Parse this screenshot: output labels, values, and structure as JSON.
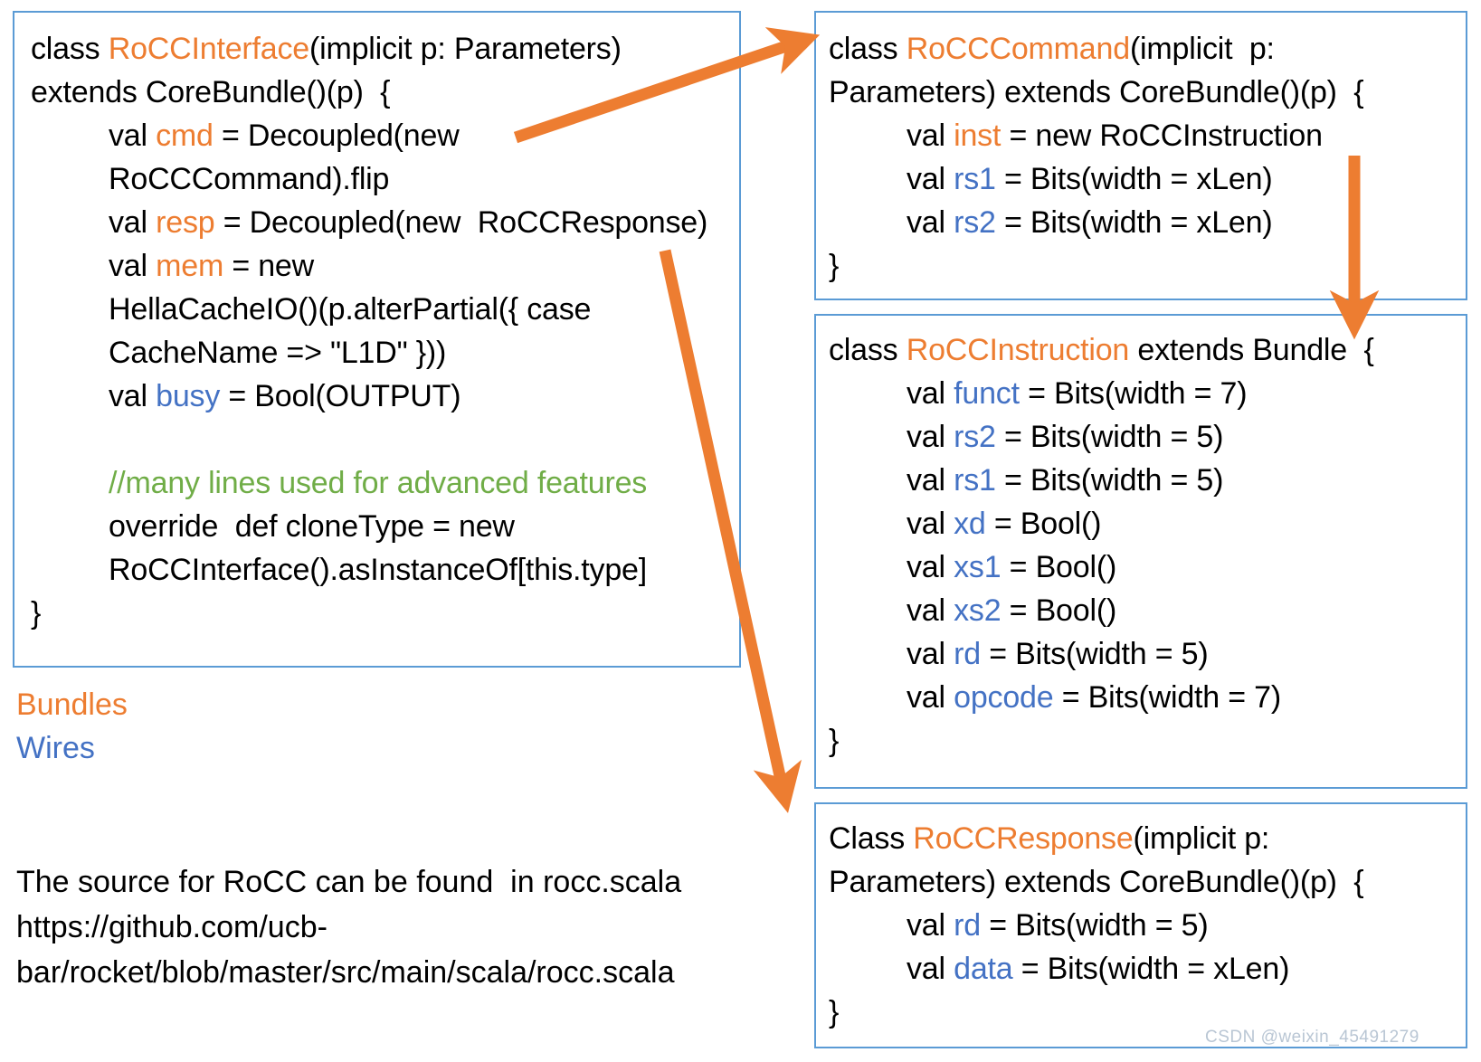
{
  "colors": {
    "box_border": "#5b9bd5",
    "accent_orange": "#ED7D31",
    "accent_blue": "#4472C4",
    "comment_green": "#70AD47",
    "text": "#000000",
    "watermark": "#b9c6d4"
  },
  "boxes": {
    "interface": {
      "name": "RoCCInterface",
      "lines": [
        {
          "segments": [
            {
              "t": "class ",
              "c": "plain"
            },
            {
              "t": "RoCCInterface",
              "c": "orange"
            },
            {
              "t": "(implicit p: Parameters)",
              "c": "plain"
            }
          ]
        },
        {
          "segments": [
            {
              "t": "extends CoreBundle()(p)  {",
              "c": "plain"
            }
          ]
        },
        {
          "indent": true,
          "segments": [
            {
              "t": "val ",
              "c": "plain"
            },
            {
              "t": "cmd",
              "c": "orange"
            },
            {
              "t": " = Decoupled(new",
              "c": "plain"
            }
          ]
        },
        {
          "indent": true,
          "segments": [
            {
              "t": "RoCCCommand).flip",
              "c": "plain"
            }
          ]
        },
        {
          "indent": true,
          "segments": [
            {
              "t": "val ",
              "c": "plain"
            },
            {
              "t": "resp",
              "c": "orange"
            },
            {
              "t": " = Decoupled(new  RoCCResponse)",
              "c": "plain"
            }
          ]
        },
        {
          "indent": true,
          "segments": [
            {
              "t": "val ",
              "c": "plain"
            },
            {
              "t": "mem",
              "c": "orange"
            },
            {
              "t": " = new",
              "c": "plain"
            }
          ]
        },
        {
          "indent": true,
          "segments": [
            {
              "t": "HellaCacheIO()(p.alterPartial({ case",
              "c": "plain"
            }
          ]
        },
        {
          "indent": true,
          "segments": [
            {
              "t": "CacheName => \"L1D\" }))",
              "c": "plain"
            }
          ]
        },
        {
          "indent": true,
          "segments": [
            {
              "t": "val ",
              "c": "plain"
            },
            {
              "t": "busy",
              "c": "blue"
            },
            {
              "t": " = Bool(OUTPUT)",
              "c": "plain"
            }
          ]
        },
        {
          "segments": [
            {
              "t": " ",
              "c": "plain"
            }
          ]
        },
        {
          "indent": true,
          "segments": [
            {
              "t": "//many lines used for advanced features",
              "c": "green"
            }
          ]
        },
        {
          "indent": true,
          "segments": [
            {
              "t": "override  def cloneType = new",
              "c": "plain"
            }
          ]
        },
        {
          "indent": true,
          "segments": [
            {
              "t": "RoCCInterface().asInstanceOf[this.type]",
              "c": "plain"
            }
          ]
        },
        {
          "segments": [
            {
              "t": "}",
              "c": "plain"
            }
          ]
        }
      ]
    },
    "command": {
      "name": "RoCCCommand",
      "lines": [
        {
          "segments": [
            {
              "t": "class ",
              "c": "plain"
            },
            {
              "t": "RoCCCommand",
              "c": "orange"
            },
            {
              "t": "(implicit  p:",
              "c": "plain"
            }
          ]
        },
        {
          "segments": [
            {
              "t": "Parameters) extends CoreBundle()(p)  {",
              "c": "plain"
            }
          ]
        },
        {
          "indent": true,
          "segments": [
            {
              "t": "val ",
              "c": "plain"
            },
            {
              "t": "inst",
              "c": "orange"
            },
            {
              "t": " = new RoCCInstruction",
              "c": "plain"
            }
          ]
        },
        {
          "indent": true,
          "segments": [
            {
              "t": "val ",
              "c": "plain"
            },
            {
              "t": "rs1",
              "c": "blue"
            },
            {
              "t": " = Bits(width = xLen)",
              "c": "plain"
            }
          ]
        },
        {
          "indent": true,
          "segments": [
            {
              "t": "val ",
              "c": "plain"
            },
            {
              "t": "rs2",
              "c": "blue"
            },
            {
              "t": " = Bits(width = xLen)",
              "c": "plain"
            }
          ]
        },
        {
          "segments": [
            {
              "t": "}",
              "c": "plain"
            }
          ]
        }
      ]
    },
    "instruction": {
      "name": "RoCCInstruction",
      "lines": [
        {
          "segments": [
            {
              "t": "class ",
              "c": "plain"
            },
            {
              "t": "RoCCInstruction",
              "c": "orange"
            },
            {
              "t": " extends Bundle  {",
              "c": "plain"
            }
          ]
        },
        {
          "indent": true,
          "segments": [
            {
              "t": "val ",
              "c": "plain"
            },
            {
              "t": "funct",
              "c": "blue"
            },
            {
              "t": " = Bits(width = 7)",
              "c": "plain"
            }
          ]
        },
        {
          "indent": true,
          "segments": [
            {
              "t": "val ",
              "c": "plain"
            },
            {
              "t": "rs2",
              "c": "blue"
            },
            {
              "t": " = Bits(width = 5)",
              "c": "plain"
            }
          ]
        },
        {
          "indent": true,
          "segments": [
            {
              "t": "val ",
              "c": "plain"
            },
            {
              "t": "rs1",
              "c": "blue"
            },
            {
              "t": " = Bits(width = 5)",
              "c": "plain"
            }
          ]
        },
        {
          "indent": true,
          "segments": [
            {
              "t": "val ",
              "c": "plain"
            },
            {
              "t": "xd",
              "c": "blue"
            },
            {
              "t": " = Bool()",
              "c": "plain"
            }
          ]
        },
        {
          "indent": true,
          "segments": [
            {
              "t": "val ",
              "c": "plain"
            },
            {
              "t": "xs1",
              "c": "blue"
            },
            {
              "t": " = Bool()",
              "c": "plain"
            }
          ]
        },
        {
          "indent": true,
          "segments": [
            {
              "t": "val ",
              "c": "plain"
            },
            {
              "t": "xs2",
              "c": "blue"
            },
            {
              "t": " = Bool()",
              "c": "plain"
            }
          ]
        },
        {
          "indent": true,
          "segments": [
            {
              "t": "val ",
              "c": "plain"
            },
            {
              "t": "rd",
              "c": "blue"
            },
            {
              "t": " = Bits(width = 5)",
              "c": "plain"
            }
          ]
        },
        {
          "indent": true,
          "segments": [
            {
              "t": "val ",
              "c": "plain"
            },
            {
              "t": "opcode",
              "c": "blue"
            },
            {
              "t": " = Bits(width = 7)",
              "c": "plain"
            }
          ]
        },
        {
          "segments": [
            {
              "t": "}",
              "c": "plain"
            }
          ]
        }
      ]
    },
    "response": {
      "name": "RoCCResponse",
      "lines": [
        {
          "segments": [
            {
              "t": "Class ",
              "c": "plain"
            },
            {
              "t": "RoCCResponse",
              "c": "orange"
            },
            {
              "t": "(implicit p:",
              "c": "plain"
            }
          ]
        },
        {
          "segments": [
            {
              "t": "Parameters) extends CoreBundle()(p)  {",
              "c": "plain"
            }
          ]
        },
        {
          "indent": true,
          "segments": [
            {
              "t": "val ",
              "c": "plain"
            },
            {
              "t": "rd",
              "c": "blue"
            },
            {
              "t": " = Bits(width = 5)",
              "c": "plain"
            }
          ]
        },
        {
          "indent": true,
          "segments": [
            {
              "t": "val ",
              "c": "plain"
            },
            {
              "t": "data",
              "c": "blue"
            },
            {
              "t": " = Bits(width = xLen)",
              "c": "plain"
            }
          ]
        },
        {
          "segments": [
            {
              "t": "}",
              "c": "plain"
            }
          ]
        }
      ]
    }
  },
  "legend": {
    "bundles": "Bundles",
    "wires": "Wires"
  },
  "source_note": "The source for RoCC can be found  in rocc.scala\nhttps://github.com/ucb-\nbar/rocket/blob/master/src/main/scala/rocc.scala",
  "watermark": "CSDN @weixin_45491279",
  "arrows": [
    {
      "name": "cmd-to-command",
      "from": [
        570,
        152
      ],
      "to": [
        893,
        42
      ]
    },
    {
      "name": "command-to-instruction",
      "from": [
        1497,
        172
      ],
      "to": [
        1497,
        366
      ]
    },
    {
      "name": "resp-to-response",
      "from": [
        735,
        277
      ],
      "to": [
        872,
        890
      ]
    }
  ]
}
